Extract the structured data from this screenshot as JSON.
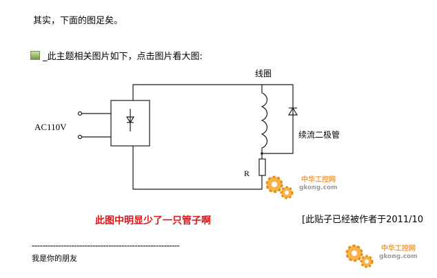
{
  "intro": "其实，下面的图足矣。",
  "image_caption": "_此主题相关图片如下，点击图片看大图:",
  "image_icon": "image-icon",
  "diagram": {
    "ac_label": "AC110V",
    "coil_label": "线圈",
    "diode_label": "续流二极管",
    "resistor_label": "R"
  },
  "red_note": "此图中明显少了一只管子啊",
  "post_note": "[此贴子已经被作者于2011/10",
  "divider": "--------------------------------------------------------",
  "signature": "我是你的朋友",
  "watermark": {
    "brand": "中华工控网",
    "domain": "gkong.com"
  },
  "colors": {
    "line": "#1a1a1a",
    "red_note": "#e0151a",
    "watermark_orange": "#f28a1a"
  }
}
